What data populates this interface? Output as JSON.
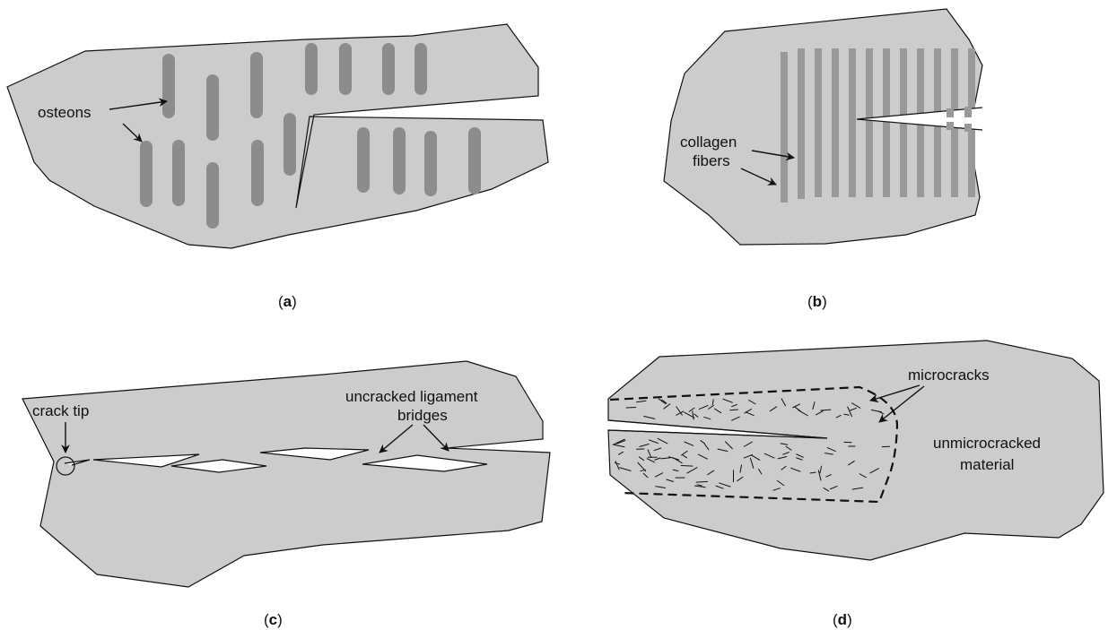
{
  "panels": {
    "a": {
      "caption_open": "(",
      "caption_letter": "a",
      "caption_close": ")",
      "label_osteons": "osteons"
    },
    "b": {
      "caption_open": "(",
      "caption_letter": "b",
      "caption_close": ")",
      "label_fibers_line1": "collagen",
      "label_fibers_line2": "fibers"
    },
    "c": {
      "caption_open": "(",
      "caption_letter": "c",
      "caption_close": ")",
      "label_tip": "crack tip",
      "label_bridges_line1": "uncracked ligament",
      "label_bridges_line2": "bridges"
    },
    "d": {
      "caption_open": "(",
      "caption_letter": "d",
      "caption_close": ")",
      "label_microcracks": "microcracks",
      "label_material_line1": "unmicrocracked",
      "label_material_line2": "material"
    }
  },
  "colors": {
    "bone_fill": "#cccccc",
    "osteon_fill": "#8c8c8c",
    "outline": "#111111"
  }
}
